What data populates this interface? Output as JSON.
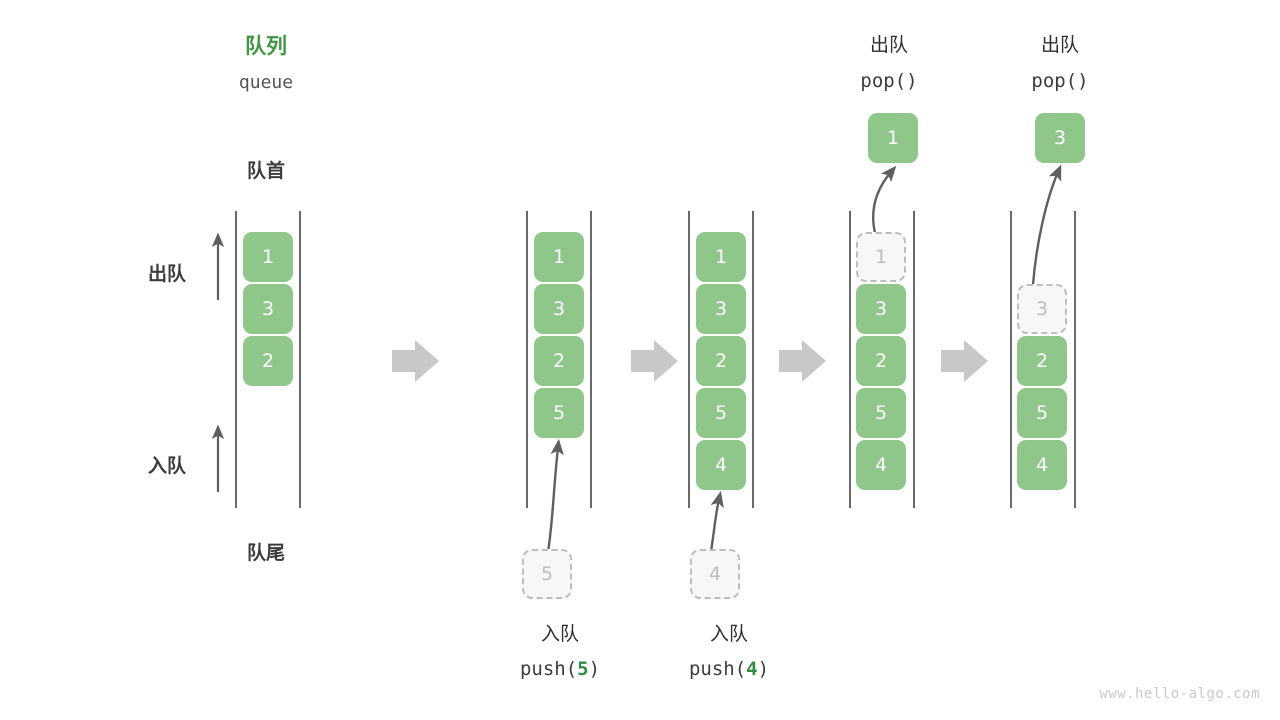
{
  "figure": {
    "title_cn": "队列",
    "title_en": "queue",
    "front_label": "队首",
    "rear_label": "队尾",
    "dequeue_label": "出队",
    "enqueue_label": "入队",
    "watermark": "www.hello-algo.com",
    "colors": {
      "element_fill": "#8FC78B",
      "element_text": "#FFFFFF",
      "ghost_fill": "#F7F7F7",
      "ghost_border": "#BDBDBD",
      "ghost_text": "#BDBDBD",
      "title_green": "#409844",
      "accent_green": "#2F8E3F",
      "rail": "#444444",
      "arrow_gray": "#5F5F5F",
      "step_arrow": "#C8C8C8",
      "text": "#3C3C3C"
    }
  },
  "steps": [
    {
      "id": "initial",
      "op_cn": "",
      "op_code": "",
      "queue": [
        "1",
        "3",
        "2"
      ],
      "top_offset": 0,
      "ghost_index": null,
      "incoming": null,
      "popped": null
    },
    {
      "id": "push-5",
      "op_cn": "入队",
      "op_code_prefix": "push(",
      "op_code_value": "5",
      "op_code_suffix": ")",
      "queue": [
        "1",
        "3",
        "2",
        "5"
      ],
      "top_offset": 0,
      "ghost_index": null,
      "incoming": "5",
      "popped": null
    },
    {
      "id": "push-4",
      "op_cn": "入队",
      "op_code_prefix": "push(",
      "op_code_value": "4",
      "op_code_suffix": ")",
      "queue": [
        "1",
        "3",
        "2",
        "5",
        "4"
      ],
      "top_offset": 0,
      "ghost_index": null,
      "incoming": "4",
      "popped": null
    },
    {
      "id": "pop-1",
      "op_cn": "出队",
      "op_code_prefix": "pop(",
      "op_code_value": "",
      "op_code_suffix": ")",
      "queue": [
        "1",
        "3",
        "2",
        "5",
        "4"
      ],
      "top_offset": 0,
      "ghost_index": 0,
      "incoming": null,
      "popped": "1"
    },
    {
      "id": "pop-3",
      "op_cn": "出队",
      "op_code_prefix": "pop(",
      "op_code_value": "",
      "op_code_suffix": ")",
      "queue": [
        "3",
        "2",
        "5",
        "4"
      ],
      "top_offset": 1,
      "ghost_index": 0,
      "incoming": null,
      "popped": "3"
    }
  ],
  "step_arrows": [
    {
      "name": "step-arrow-1"
    },
    {
      "name": "step-arrow-2"
    },
    {
      "name": "step-arrow-3"
    },
    {
      "name": "step-arrow-4"
    }
  ],
  "side_arrows": {
    "dequeue_direction": "up",
    "enqueue_direction": "up"
  }
}
